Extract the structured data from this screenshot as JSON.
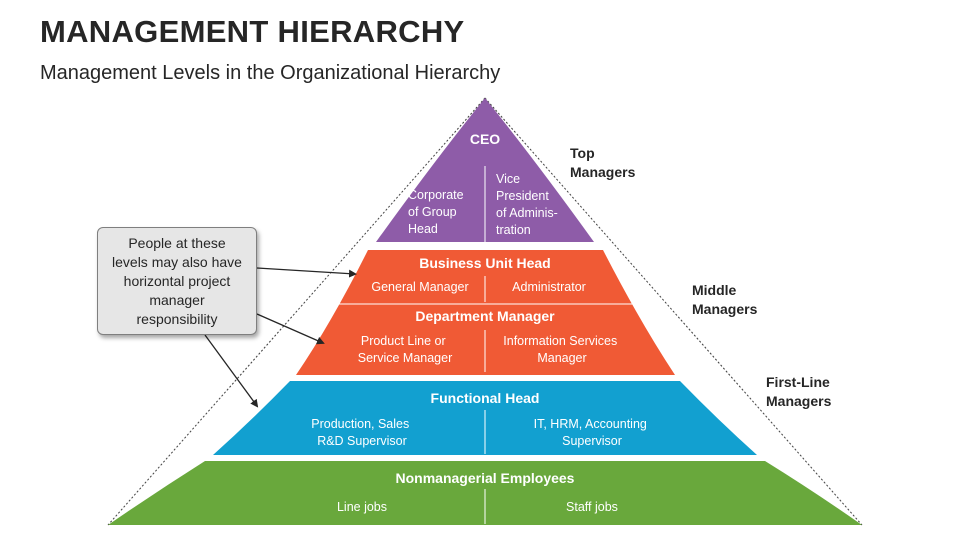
{
  "title": "MANAGEMENT HIERARCHY",
  "subtitle": "Management Levels in the Organizational Hierarchy",
  "colors": {
    "purple": "#8e5ca8",
    "red": "#f05a35",
    "blue": "#12a0d0",
    "green": "#69a83c"
  },
  "pyramid": {
    "ceo": {
      "title": "CEO",
      "left": [
        "Corporate",
        "of Group",
        "Head"
      ],
      "right": [
        "Vice",
        "President",
        "of Adminis-",
        "tration"
      ]
    },
    "business_unit": {
      "title": "Business Unit Head",
      "left": "General Manager",
      "right": "Administrator"
    },
    "department": {
      "title": "Department Manager",
      "left": [
        "Product Line or",
        "Service Manager"
      ],
      "right": [
        "Information Services",
        "Manager"
      ]
    },
    "functional": {
      "title": "Functional Head",
      "left": [
        "Production, Sales",
        "R&D Supervisor"
      ],
      "right": [
        "IT, HRM, Accounting",
        "Supervisor"
      ]
    },
    "nonmanagerial": {
      "title": "Nonmanagerial Employees",
      "left": "Line jobs",
      "right": "Staff jobs"
    }
  },
  "side_labels": {
    "top": [
      "Top",
      "Managers"
    ],
    "middle": [
      "Middle",
      "Managers"
    ],
    "first_line": [
      "First-Line",
      "Managers"
    ]
  },
  "callout": {
    "lines": [
      "People at these",
      "levels may also have",
      "horizontal project",
      "manager",
      "responsibility"
    ]
  }
}
